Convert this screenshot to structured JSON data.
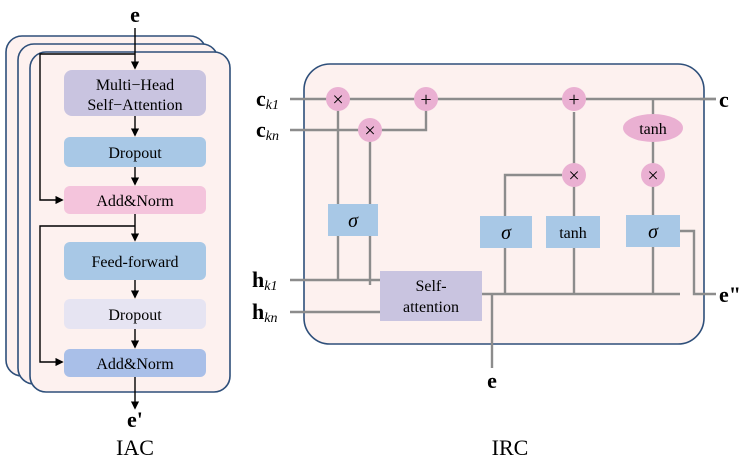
{
  "iac": {
    "input": "e",
    "output": "e'",
    "caption": "IAC",
    "blocks": {
      "mha_line1": "Multi−Head",
      "mha_line2": "Self−Attention",
      "dropout1": "Dropout",
      "addnorm1": "Add&Norm",
      "feedforward": "Feed-forward",
      "dropout2": "Dropout",
      "addnorm2": "Add&Norm"
    }
  },
  "irc": {
    "caption": "IRC",
    "inputs": {
      "c_k1_base": "c",
      "c_k1_sub": "k1",
      "c_kn_base": "c",
      "c_kn_sub": "kn",
      "h_k1_base": "h",
      "h_k1_sub": "k1",
      "h_kn_base": "h",
      "h_kn_sub": "kn",
      "e_bottom": "e"
    },
    "outputs": {
      "c_out": "c",
      "e_out": "e\""
    },
    "ops": {
      "times": "×",
      "plus": "+",
      "sigma": "σ",
      "tanh": "tanh",
      "selfatt_line1": "Self-",
      "selfatt_line2": "attention"
    }
  },
  "colors": {
    "line": "#8c8c8c",
    "frame": "#2e4f7a",
    "panel_bg": "#fdf1ef",
    "mha": "#c9c4e0",
    "dropout": "#a8c8e6",
    "addnorm_pink": "#f4c4dc",
    "feedforward": "#a8c8e6",
    "dropout_light": "#e6e4f2",
    "addnorm_blue": "#a9bfe8",
    "op_circle": "#eab0d2",
    "sigma_box": "#a8c8e6",
    "selfatt_box": "#c9c4e0"
  }
}
